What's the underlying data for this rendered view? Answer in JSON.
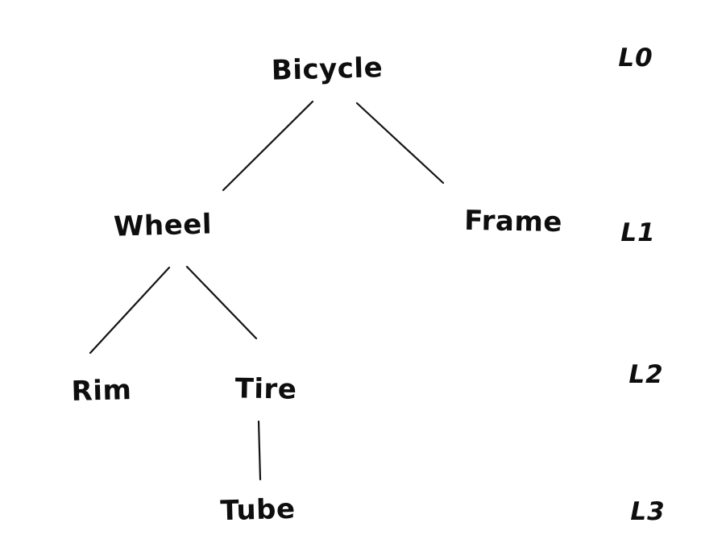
{
  "diagram": {
    "type": "tree",
    "description": "Hand-drawn component hierarchy tree of a bicycle with depth level labels",
    "nodes": [
      {
        "id": "bicycle",
        "label": "Bicycle",
        "level": 0
      },
      {
        "id": "wheel",
        "label": "Wheel",
        "level": 1
      },
      {
        "id": "frame",
        "label": "Frame",
        "level": 1
      },
      {
        "id": "rim",
        "label": "Rim",
        "level": 2
      },
      {
        "id": "tire",
        "label": "Tire",
        "level": 2
      },
      {
        "id": "tube",
        "label": "Tube",
        "level": 3
      }
    ],
    "edges": [
      {
        "from": "Bicycle",
        "to": "Wheel"
      },
      {
        "from": "Bicycle",
        "to": "Frame"
      },
      {
        "from": "Wheel",
        "to": "Rim"
      },
      {
        "from": "Wheel",
        "to": "Tire"
      },
      {
        "from": "Tire",
        "to": "Tube"
      }
    ],
    "level_labels": [
      {
        "label": "L0"
      },
      {
        "label": "L1"
      },
      {
        "label": "L2"
      },
      {
        "label": "L3"
      }
    ],
    "colors": {
      "ink": "#141414",
      "background": "#ffffff"
    }
  }
}
